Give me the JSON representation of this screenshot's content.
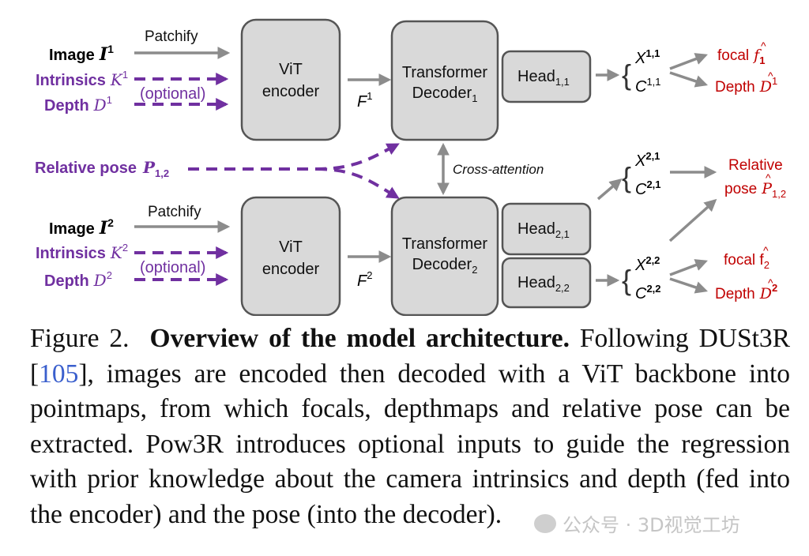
{
  "diagram": {
    "patchify_1": "Patchify",
    "patchify_2": "Patchify",
    "image_1": "Image",
    "image_1_var": "I",
    "image_1_sup": "1",
    "intrinsics_1": "Intrinsics",
    "intrinsics_1_var": "K",
    "intrinsics_1_sup": "1",
    "optional_1": "(optional)",
    "depth_1": "Depth",
    "depth_1_var": "D",
    "depth_1_sup": "1",
    "vit_1_line1": "ViT",
    "vit_1_line2": "encoder",
    "feature_1": "F",
    "feature_1_sup": "1",
    "decoder_1_line1": "Transformer",
    "decoder_1_line2": "Decoder",
    "decoder_1_sub": "1",
    "head_11": "Head",
    "head_11_sub": "1,1",
    "x11": "X",
    "x11_sup": "1,1",
    "c11": "C",
    "c11_sup": "1,1",
    "focal_1": "focal",
    "focal_1_var": "f",
    "focal_1_sub": "1",
    "depth_out_1": "Depth",
    "depth_out_1_var": "D",
    "depth_out_1_sup": "1",
    "relative_pose": "Relative pose",
    "relative_pose_var": "P",
    "relative_pose_sub": "1,2",
    "cross_attention": "Cross-attention",
    "x21": "X",
    "x21_sup": "2,1",
    "c21": "C",
    "c21_sup": "2,1",
    "rel_out_line1": "Relative",
    "rel_out_line2": "pose",
    "rel_out_var": "P",
    "rel_out_sub": "1,2",
    "image_2": "Image",
    "image_2_var": "I",
    "image_2_sup": "2",
    "intrinsics_2": "Intrinsics",
    "intrinsics_2_var": "K",
    "intrinsics_2_sup": "2",
    "optional_2": "(optional)",
    "depth_2": "Depth",
    "depth_2_var": "D",
    "depth_2_sup": "2",
    "vit_2_line1": "ViT",
    "vit_2_line2": "encoder",
    "feature_2": "F",
    "feature_2_sup": "2",
    "decoder_2_line1": "Transformer",
    "decoder_2_line2": "Decoder",
    "decoder_2_sub": "2",
    "head_21": "Head",
    "head_21_sub": "2,1",
    "head_22": "Head",
    "head_22_sub": "2,2",
    "x22": "X",
    "x22_sup": "2,2",
    "c22": "C",
    "c22_sup": "2,2",
    "focal_2": "focal f",
    "focal_2_sub": "2",
    "depth_out_2": "Depth",
    "depth_out_2_var": "D",
    "depth_out_2_sup": "2"
  },
  "caption": {
    "fig_num": "Figure 2.",
    "fig_title": "Overview of the model architecture.",
    "text_1": " Following DUSt3R [",
    "cite": "105",
    "text_2": "], images are encoded then decoded with a ViT backbone into pointmaps, from which focals, depthmaps and relative pose can be extracted. Pow3R introduces optional inputs to guide the regression with prior knowledge about the camera intrinsics and depth (fed into the encoder) and the pose (into the decoder)."
  },
  "watermark": {
    "text": "公众号 · 3D视觉工坊"
  },
  "colors": {
    "purple": "#7030a0",
    "red": "#c00000",
    "box_fill": "#d9d9d9",
    "arrow_gray": "#8c8c8c",
    "cite_blue": "#3a5fcd"
  }
}
